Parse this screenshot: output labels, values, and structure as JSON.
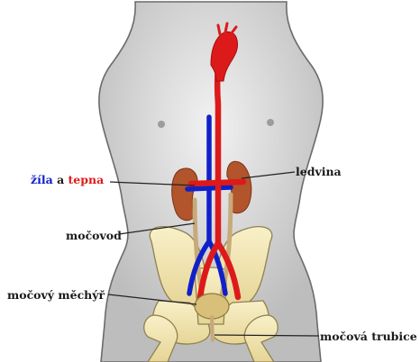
{
  "labels": {
    "veins": "žíla",
    "conjunction": "a",
    "arteries": "tepna",
    "kidney": "ledvina",
    "ureter": "močovod",
    "bladder": "močový měchýř",
    "urethra": "močová trubice"
  },
  "colors": {
    "vein": "#1020c8",
    "artery": "#dd1a1a",
    "body": "#c9c9c9",
    "bone": "#f2e7b1",
    "kidney": "#b2542c",
    "ureter": "#c8a97a",
    "label_text": "#1a1a1a"
  }
}
